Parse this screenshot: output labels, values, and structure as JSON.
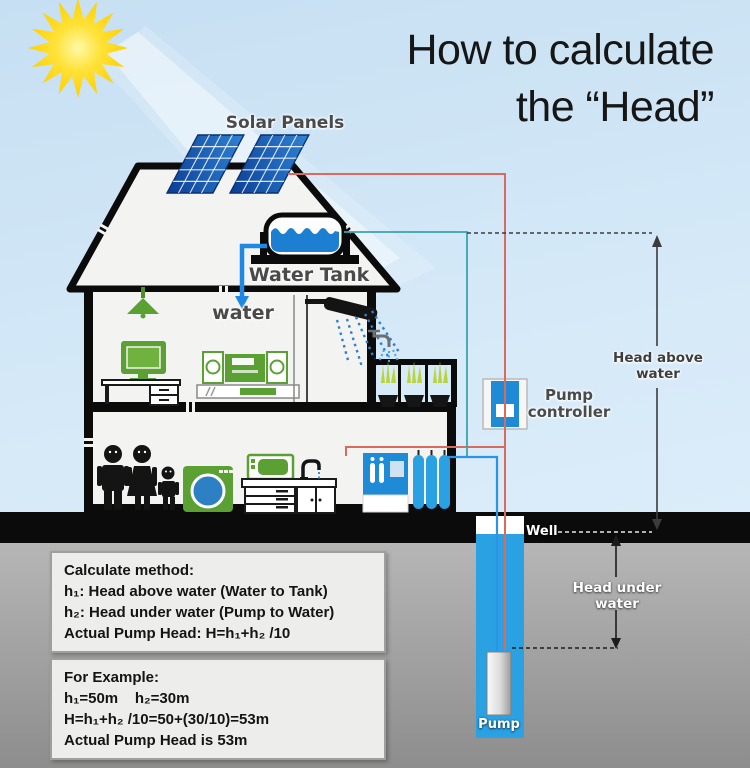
{
  "title": {
    "line1": "How to calculate",
    "line2": "the “Head”"
  },
  "scene_labels": {
    "solar_panels": "Solar Panels",
    "water_tank": "Water Tank",
    "water_pipe": "water",
    "pump_controller": {
      "line1": "Pump",
      "line2": "controller"
    },
    "head_above": {
      "line1": "Head above",
      "line2": "water"
    },
    "head_under": {
      "line1": "Head under",
      "line2": "water"
    },
    "well": "Well",
    "pump": "Pump"
  },
  "calc_box": {
    "heading": "Calculate method:",
    "line_h1": "h₁: Head above water (Water to Tank)",
    "line_h2": "h₂: Head under water (Pump to Water)",
    "line_formula": "Actual Pump Head: H=h₁+h₂ /10"
  },
  "example_box": {
    "heading": "For Example:",
    "line_values": "h₁=50m    h₂=30m",
    "line_formula": "H=h₁+h₂ /10=50+(30/10)=53m",
    "line_result": "Actual Pump Head is 53m"
  },
  "colors": {
    "sky_top": "#c6dff2",
    "sun_yellow": "#ffd000",
    "panel_blue": "#0b3e95",
    "tank_water_blue": "#1d7fd2",
    "well_blue": "#2aa1e3",
    "appliance_green": "#5ba032",
    "wire_red": "#d96a5d",
    "pipe_teal": "#3aa3ad",
    "pipe_blue": "#2b93e8",
    "ground_black": "#0b0b0b",
    "underground_gray": "#a6a6a6"
  }
}
